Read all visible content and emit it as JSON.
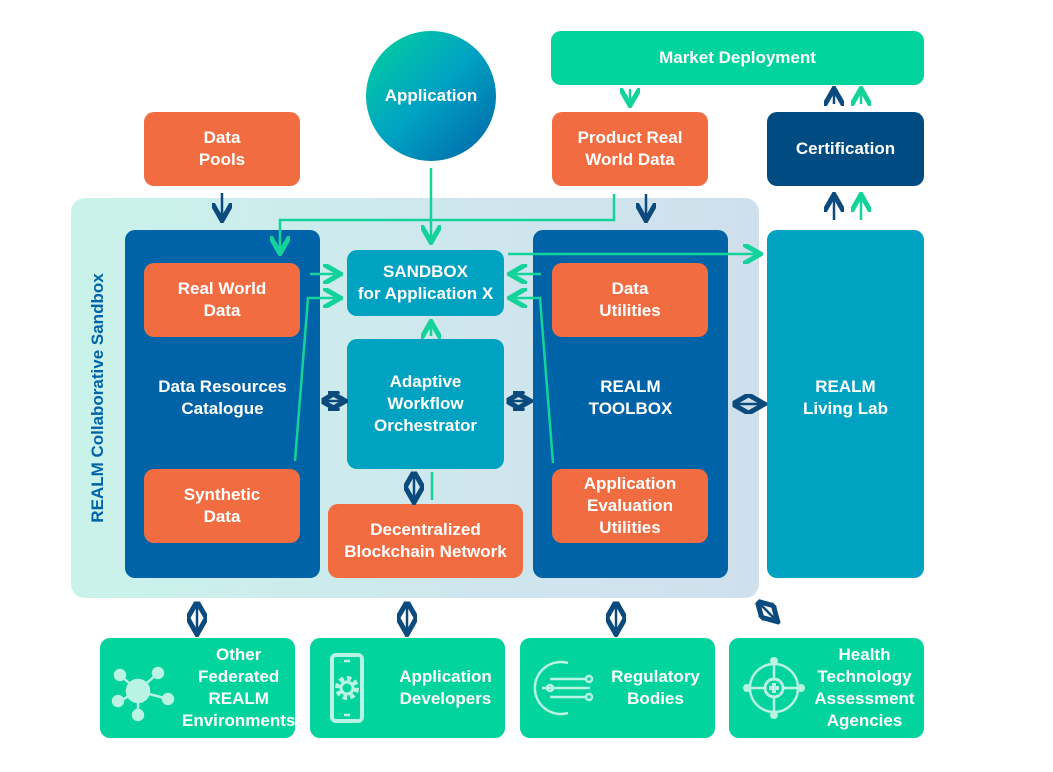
{
  "diagram": {
    "application": "Application",
    "market_deployment": "Market Deployment",
    "product_real_world_data": "Product Real\nWorld Data",
    "certification": "Certification",
    "data_pools": "Data\nPools",
    "sandbox_label": "REALM Collaborative Sandbox",
    "data_resources_catalogue": {
      "title": "Data Resources\nCatalogue",
      "real_world_data": "Real World\nData",
      "synthetic_data": "Synthetic\nData"
    },
    "sandbox_app": "SANDBOX\nfor Application X",
    "workflow_orchestrator": "Adaptive\nWorkflow\nOrchestrator",
    "blockchain": "Decentralized\nBlockchain Network",
    "toolbox": {
      "title": "REALM\nTOOLBOX",
      "data_utilities": "Data\nUtilities",
      "evaluation_utilities": "Application\nEvaluation\nUtilities"
    },
    "living_lab": "REALM\nLiving Lab",
    "stakeholders": [
      {
        "label": "Other\nFederated\nREALM\nEnvironments",
        "icon": "network-hub-icon"
      },
      {
        "label": "Application\nDevelopers",
        "icon": "smartphone-gear-icon"
      },
      {
        "label": "Regulatory\nBodies",
        "icon": "gear-circuit-icon"
      },
      {
        "label": "Health\nTechnology\nAssessment\nAgencies",
        "icon": "medical-target-icon"
      }
    ],
    "colors": {
      "orange": "#f26c42",
      "green": "#03d39c",
      "navy": "#004b82",
      "blue": "#0063a8",
      "teal": "#00a2c2",
      "arrow_dark": "#0b4a7c",
      "arrow_green": "#14d39a"
    }
  }
}
